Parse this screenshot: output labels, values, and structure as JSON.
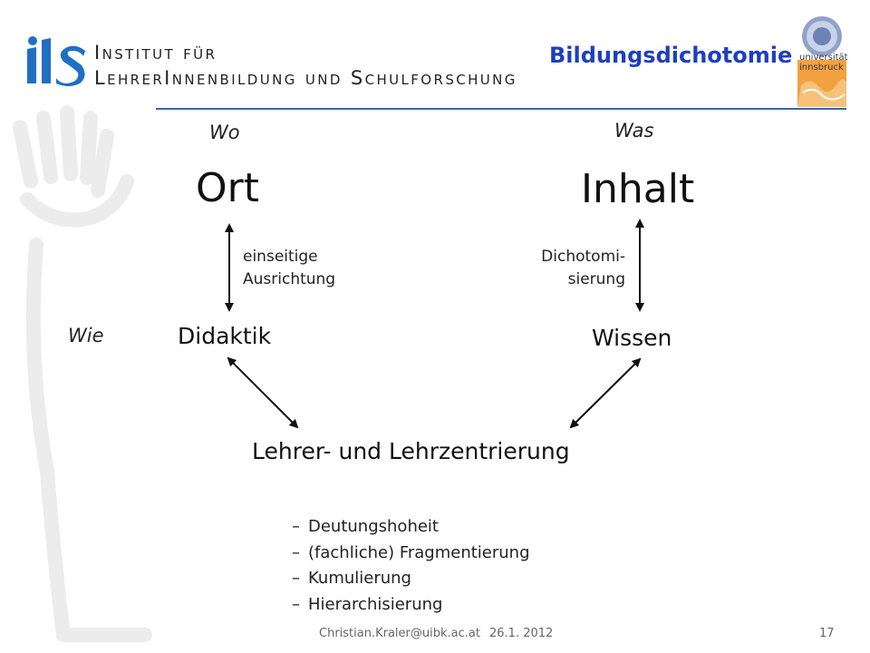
{
  "header": {
    "logo_letters": "ILS",
    "institute_line1": "Institut für",
    "institute_line2": "LehrerInnenbildung und Schulforschung",
    "title": "Bildungsdichotomie",
    "university_logo_text": "universität innsbruck"
  },
  "diagram": {
    "label_wo": "Wo",
    "label_was": "Was",
    "label_wie": "Wie",
    "node_ort": "Ort",
    "node_inhalt": "Inhalt",
    "node_didaktik": "Didaktik",
    "node_wissen": "Wissen",
    "node_center": "Lehrer- und Lehrzentrierung",
    "left_note_line1": "einseitige",
    "left_note_line2": "Ausrichtung",
    "right_note_line1": "Dichotomi-",
    "right_note_line2": "sierung"
  },
  "bullets": [
    "Deutungshoheit",
    "(fachliche) Fragmentierung",
    "Kumulierung",
    "Hierarchisierung"
  ],
  "bullet_marker": "–",
  "footer": {
    "email": "Christian.Kraler@uibk.ac.at",
    "date": "26.1. 2012",
    "page_number": "17"
  }
}
